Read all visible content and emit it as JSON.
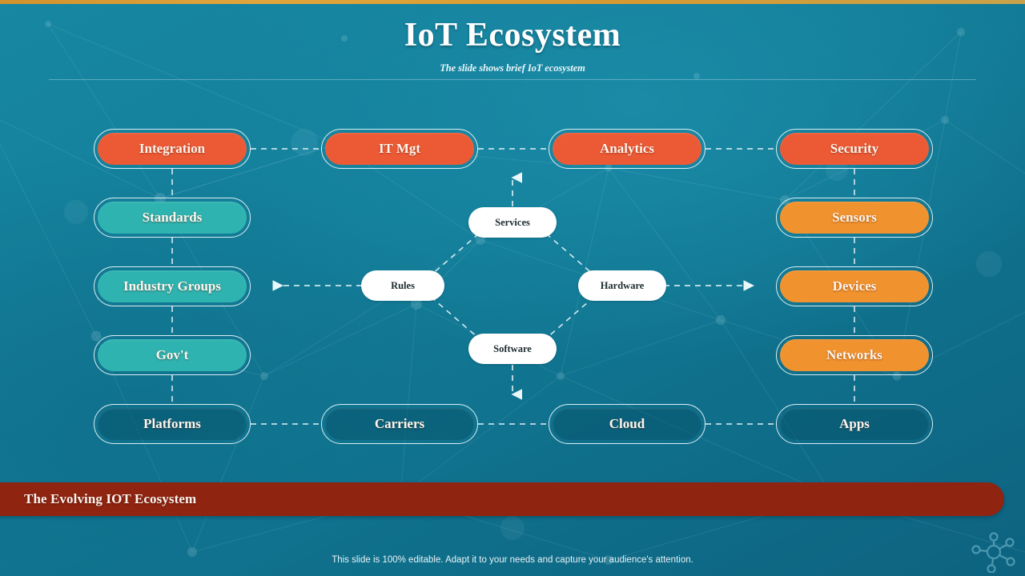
{
  "slide": {
    "title": "IoT Ecosystem",
    "subtitle": "The slide shows brief IoT ecosystem",
    "ribbon_label": "The Evolving IOT Ecosystem",
    "footer_note": "This slide is 100% editable. Adapt it to your needs and capture your audience's attention.",
    "corner_icon": "network-nodes-icon"
  },
  "colors": {
    "background_teal": "#137e99",
    "top_bar_gold": "#d79a30",
    "red": "#ec5a35",
    "orange": "#f0922e",
    "teal": "#2fb3b0",
    "ghost": "#0a6a86",
    "ribbon_maroon": "#8f2410",
    "node_white": "#ffffff",
    "connector_white": "#eaf7fa"
  },
  "diagram": {
    "columns": {
      "left": [
        {
          "label": "Integration",
          "style": "red"
        },
        {
          "label": "Standards",
          "style": "teal"
        },
        {
          "label": "Industry Groups",
          "style": "teal"
        },
        {
          "label": "Gov't",
          "style": "teal"
        },
        {
          "label": "Platforms",
          "style": "ghost"
        }
      ],
      "center_left": [
        {
          "label": "IT Mgt",
          "style": "red"
        },
        {
          "label": "Carriers",
          "style": "ghost"
        }
      ],
      "center_right": [
        {
          "label": "Analytics",
          "style": "red"
        },
        {
          "label": "Cloud",
          "style": "ghost"
        }
      ],
      "right": [
        {
          "label": "Security",
          "style": "red"
        },
        {
          "label": "Sensors",
          "style": "orange"
        },
        {
          "label": "Devices",
          "style": "orange"
        },
        {
          "label": "Networks",
          "style": "orange"
        },
        {
          "label": "Apps",
          "style": "ghost"
        }
      ]
    },
    "center_nodes": [
      {
        "label": "Services",
        "position": "top"
      },
      {
        "label": "Rules",
        "position": "left"
      },
      {
        "label": "Hardware",
        "position": "right"
      },
      {
        "label": "Software",
        "position": "bottom"
      }
    ]
  }
}
